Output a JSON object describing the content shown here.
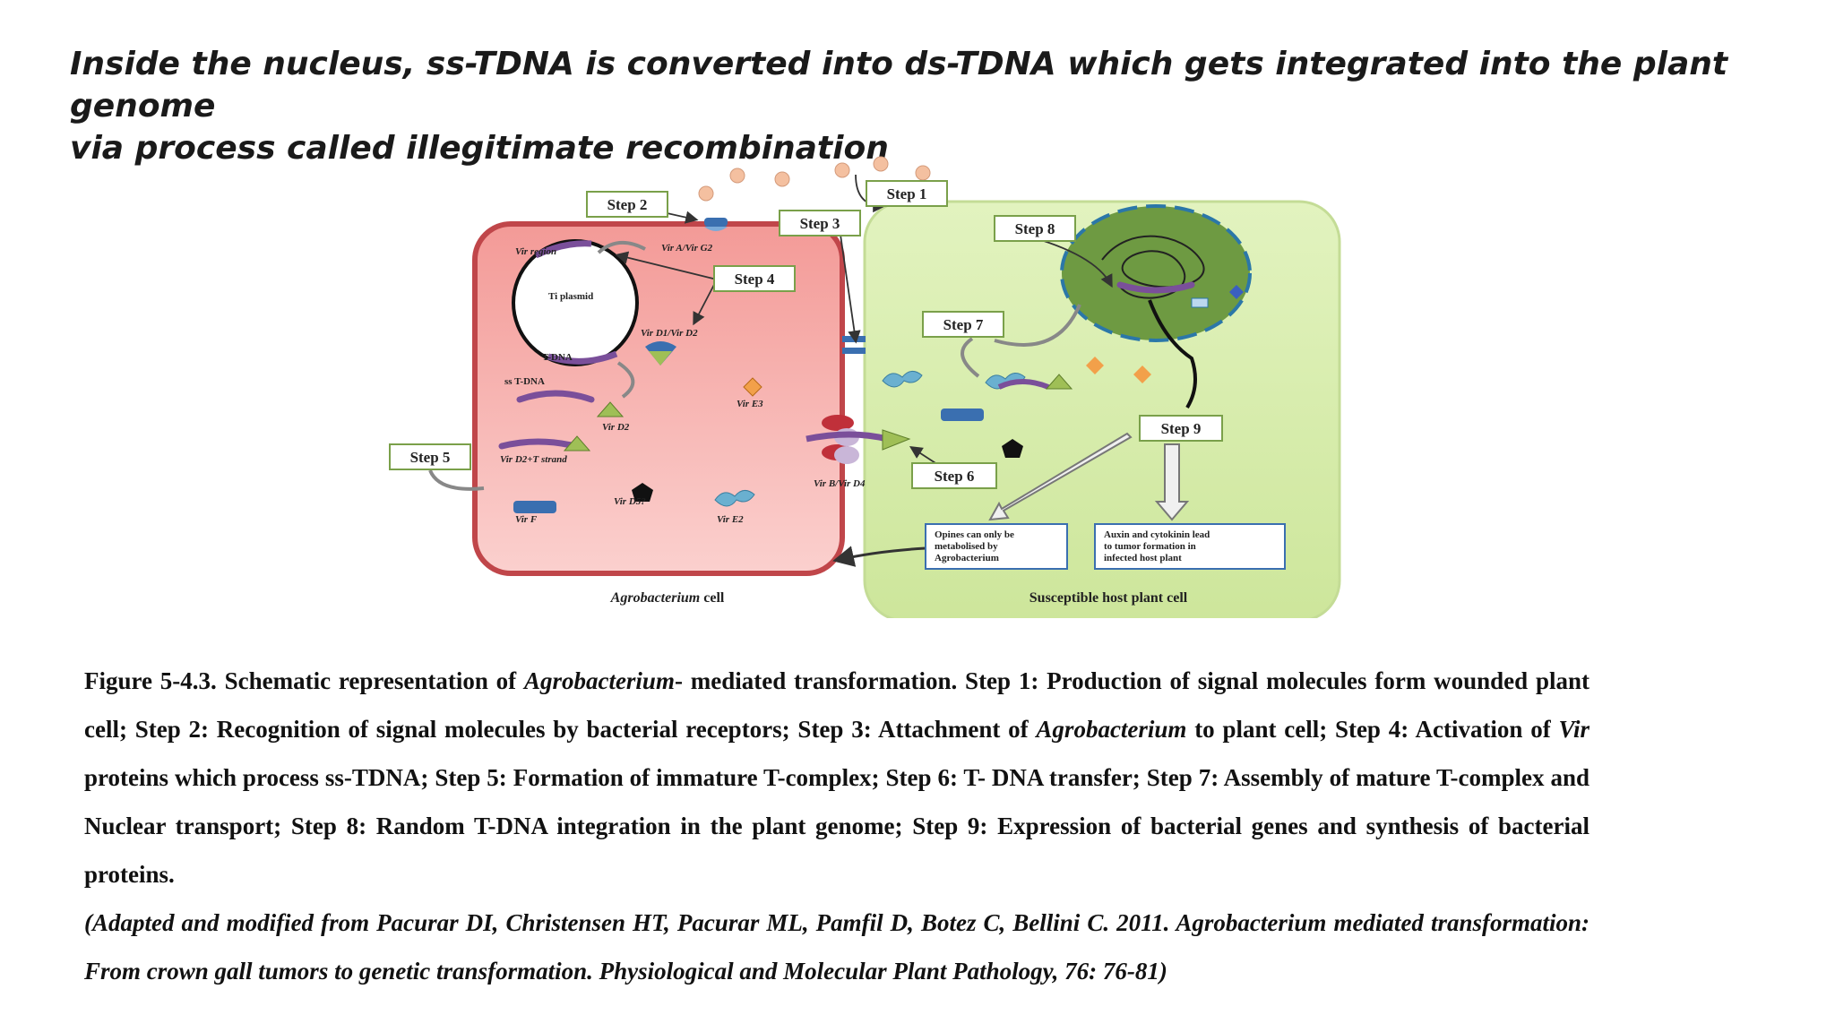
{
  "slide": {
    "title_line1": "Inside the nucleus, ss-TDNA is converted into ds-TDNA which gets integrated into the plant genome",
    "title_line2": "via process called illegitimate recombination"
  },
  "diagram": {
    "steps": {
      "s1": "Step 1",
      "s2": "Step 2",
      "s3": "Step 3",
      "s4": "Step 4",
      "s5": "Step 5",
      "s6": "Step 6",
      "s7": "Step 7",
      "s8": "Step 8",
      "s9": "Step 9"
    },
    "labels": {
      "vir_a_g2": "Vir A/Vir G2",
      "vir_region": "Vir region",
      "ti_plasmid": "Ti plasmid",
      "t_dna": "T-DNA",
      "vir_d1_d2": "Vir D1/Vir D2",
      "ss_t_dna": "ss T-DNA",
      "vir_d2": "Vir D2",
      "vir_e3": "Vir E3",
      "vir_d2_t_strand": "Vir D2+T strand",
      "vir_d5": "Vir D5?",
      "vir_f": "Vir F",
      "vir_e2": "Vir E2",
      "vir_b_d4": "Vir B/Vir D4"
    },
    "boxes": {
      "opines_1": "Opines can only be",
      "opines_2": "metabolised by",
      "opines_3": "Agrobacterium",
      "auxin_1": "Auxin and cytokinin lead",
      "auxin_2": "to tumor formation in",
      "auxin_3": "infected host plant"
    },
    "cells": {
      "agro_italic": "Agrobacterium",
      "agro_rest": " cell",
      "host": "Susceptible host plant cell"
    },
    "colors": {
      "bacterial_cell_fill": "#f7a9a6",
      "bacterial_cell_border": "#c0464a",
      "plant_cell_fill": "#d4eda3",
      "nucleus_fill": "#6e9a42",
      "nucleus_border": "#2b77a8"
    }
  },
  "caption": {
    "p1": "Figure 5-4.3. Schematic representation of ",
    "p1_i": "Agrobacterium",
    "p2": "- mediated transformation. Step 1: Production of signal molecules form wounded plant cell; Step 2: Recognition of signal molecules by bacterial receptors; Step 3: Attachment of ",
    "p2_i": "Agrobacterium",
    "p3": " to plant cell; Step 4: Activation of ",
    "p3_i": "Vir",
    "p4": " proteins which process ss-TDNA; Step 5: Formation of immature T-complex; Step 6: T- DNA transfer; Step 7: Assembly of mature T-complex and Nuclear transport; Step 8: Random T-DNA integration in the plant genome; Step 9: Expression of bacterial genes and synthesis of bacterial proteins.",
    "citation": "(Adapted and modified from Pacurar DI, Christensen HT, Pacurar ML, Pamfil D, Botez C, Bellini C. 2011. Agrobacterium mediated transformation: From crown gall tumors to genetic transformation. Physiological and Molecular Plant Pathology, 76: 76-81)"
  }
}
